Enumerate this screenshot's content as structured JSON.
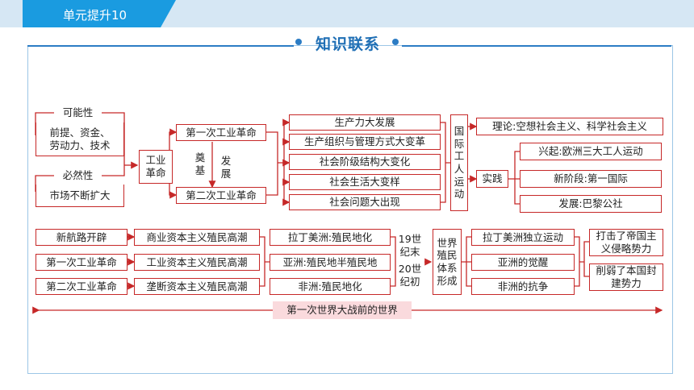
{
  "header": {
    "tab_label": "单元提升10",
    "section_title": "知识联系"
  },
  "diagram": {
    "possibility": {
      "title": "可能性",
      "content": "前提、资金、\n劳动力、技术"
    },
    "necessity": {
      "title": "必然性",
      "content": "市场不断扩大"
    },
    "industrial_revolution": "工业\n革命",
    "first_ir": "第一次工业革命",
    "second_ir": "第二次工业革命",
    "foundation": "奠\n基",
    "development": "发\n展",
    "impacts": [
      "生产力大发展",
      "生产组织与管理方式大变革",
      "社会阶级结构大变化",
      "社会生活大变样",
      "社会问题大出现"
    ],
    "intl_workers_movement": "国\n际\n工\n人\n运\n动",
    "theory": "理论:空想社会主义、科学社会主义",
    "practice": "实践",
    "practice_items": [
      "兴起:欧洲三大工人运动",
      "新阶段:第一国际",
      "发展:巴黎公社"
    ],
    "row2_left": [
      "新航路开辟",
      "第一次工业革命",
      "第二次工业革命"
    ],
    "row2_colonial": [
      "商业资本主义殖民高潮",
      "工业资本主义殖民高潮",
      "垄断资本主义殖民高潮"
    ],
    "row2_regions": [
      "拉丁美洲:殖民地化",
      "亚洲:殖民地半殖民地",
      "非洲:殖民地化"
    ],
    "century_19": "19世\n纪末",
    "century_20": "20世\n纪初",
    "world_colonial_system": "世界\n殖民\n体系\n形成",
    "responses": [
      "拉丁美洲独立运动",
      "亚洲的觉醒",
      "非洲的抗争"
    ],
    "results": [
      "打击了帝国主\n义侵略势力",
      "削弱了本国封\n建势力"
    ],
    "bottom_label": "第一次世界大战前的世界"
  },
  "colors": {
    "box_border": "#c62828",
    "accent_blue": "#1a9be0",
    "title_blue": "#1f6fb5",
    "band_pink": "#fadadd"
  }
}
